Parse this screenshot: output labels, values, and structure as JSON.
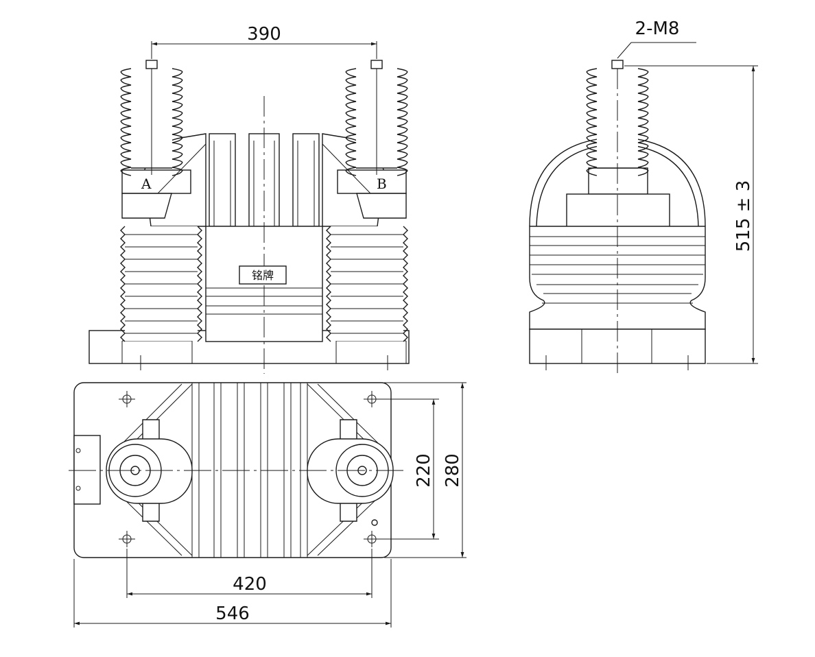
{
  "dimensions": {
    "top_span": "390",
    "bolt": "2-M8",
    "height": "515 ± 3",
    "inner_width": "420",
    "outer_width": "546",
    "inner_depth": "220",
    "outer_depth": "280"
  },
  "terminals": {
    "a": "A",
    "b": "B"
  },
  "nameplate": "铭牌"
}
